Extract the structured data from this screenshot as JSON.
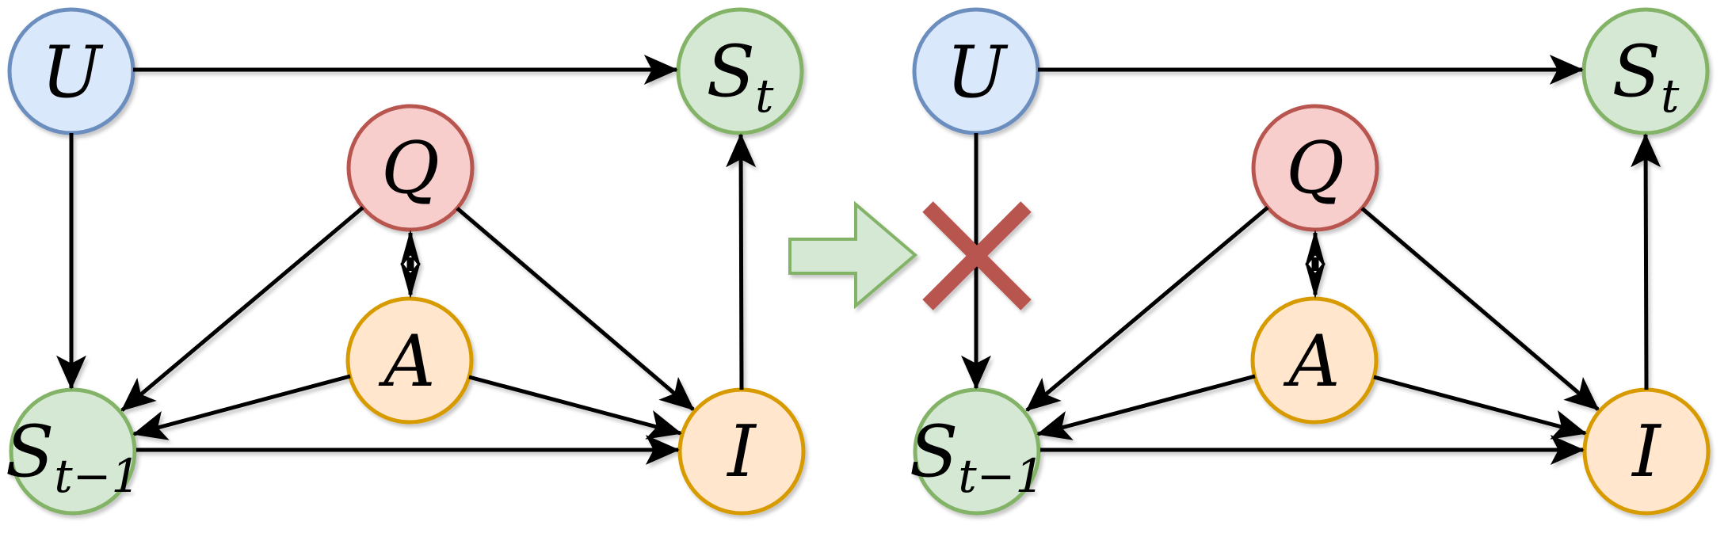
{
  "figure": {
    "panels": [
      {
        "id": "before",
        "nodes": [
          {
            "id": "U",
            "label": "U",
            "sub": "",
            "color": "blue"
          },
          {
            "id": "S_t",
            "label": "S",
            "sub": "t",
            "color": "green"
          },
          {
            "id": "Q",
            "label": "Q",
            "sub": "",
            "color": "red"
          },
          {
            "id": "A",
            "label": "A",
            "sub": "",
            "color": "orange"
          },
          {
            "id": "S_t-1",
            "label": "S",
            "sub": "t−1",
            "color": "green"
          },
          {
            "id": "I",
            "label": "I",
            "sub": "",
            "color": "orange"
          }
        ],
        "edges": [
          "U→S_t",
          "U→S_t−1",
          "Q→S_t−1",
          "Q↔A",
          "Q→I",
          "A→S_t−1",
          "A→I",
          "S_t−1→I",
          "I→S_t"
        ]
      },
      {
        "id": "after",
        "nodes": [
          {
            "id": "U",
            "label": "U",
            "sub": "",
            "color": "blue"
          },
          {
            "id": "S_t",
            "label": "S",
            "sub": "t",
            "color": "green"
          },
          {
            "id": "Q",
            "label": "Q",
            "sub": "",
            "color": "red"
          },
          {
            "id": "A",
            "label": "A",
            "sub": "",
            "color": "orange"
          },
          {
            "id": "S_t-1",
            "label": "S",
            "sub": "t−1",
            "color": "green"
          },
          {
            "id": "I",
            "label": "I",
            "sub": "",
            "color": "orange"
          }
        ],
        "edges": [
          "U→S_t",
          "U→S_t−1",
          "Q→S_t−1",
          "Q↔A",
          "Q→I",
          "A→S_t−1",
          "A→I",
          "S_t−1→I",
          "I→S_t"
        ],
        "crossed_out_edge": "U→S_t−1"
      }
    ],
    "transition_icon": "right-arrow",
    "colors": {
      "blue_fill": "#dae8fc",
      "blue_stroke": "#6c8ebf",
      "red_fill": "#f8cecc",
      "red_stroke": "#b85450",
      "orange_fill": "#ffe6cc",
      "orange_stroke": "#d79b00",
      "green_fill": "#d5e8d4",
      "green_stroke": "#82b366",
      "edge": "#000000",
      "cross": "#b85450",
      "transition_fill": "#d5e8d4",
      "transition_stroke": "#82b366"
    }
  }
}
